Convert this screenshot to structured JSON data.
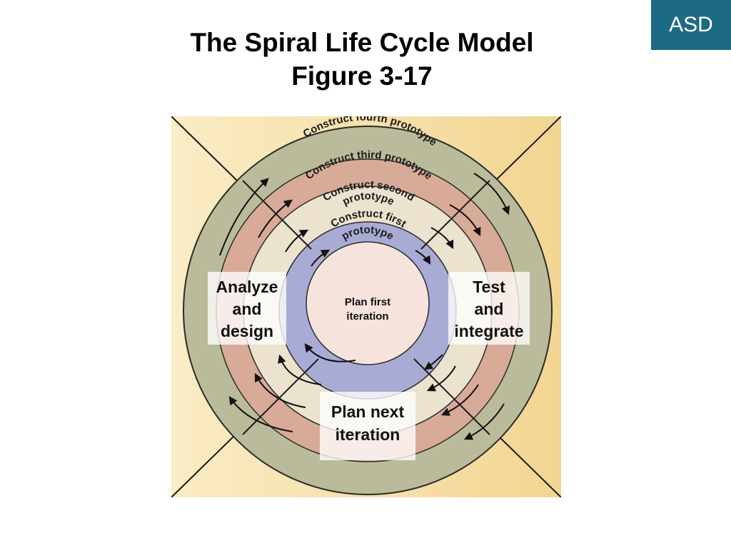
{
  "badge": "ASD",
  "title": {
    "line1": "The Spiral Life Cycle Model",
    "line2": "Figure 3-17"
  },
  "diagram": {
    "center": [
      "Plan first",
      "iteration"
    ],
    "rings": {
      "first": [
        "Construct first",
        "prototype"
      ],
      "second": [
        "Construct second",
        "prototype"
      ],
      "third": "Construct third prototype",
      "fourth": "Construct fourth prototype"
    },
    "phases": {
      "analyze": [
        "Analyze",
        "and",
        "design"
      ],
      "test": [
        "Test",
        "and",
        "integrate"
      ],
      "plan_next": [
        "Plan next",
        "iteration"
      ]
    }
  },
  "colors": {
    "badge_bg": "#1d6a85",
    "outer_ring": "#b9bb9a",
    "third_ring": "#d8aa98",
    "second_ring": "#ebe3ce",
    "first_ring": "#a8abd4",
    "center": "#f6e3dc"
  }
}
